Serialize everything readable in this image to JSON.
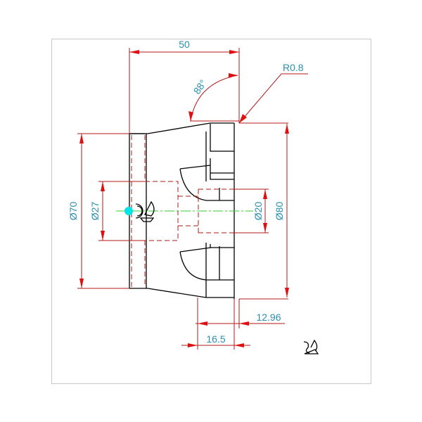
{
  "drawing": {
    "dimensions": {
      "length": "50",
      "angle": "88°",
      "radius": "R0.8",
      "dia_left": "Ø70",
      "dia_bore": "Ø27",
      "dia_pocket": "Ø20",
      "dia_right": "Ø80",
      "width_small": "12.96",
      "width_large": "16.5"
    },
    "colors": {
      "part": "#000000",
      "dimension": "#b01818",
      "arrow": "#e01010",
      "text": "#2a8fb0",
      "centerline": "#33cc33",
      "marker": "#00e5e5"
    }
  }
}
